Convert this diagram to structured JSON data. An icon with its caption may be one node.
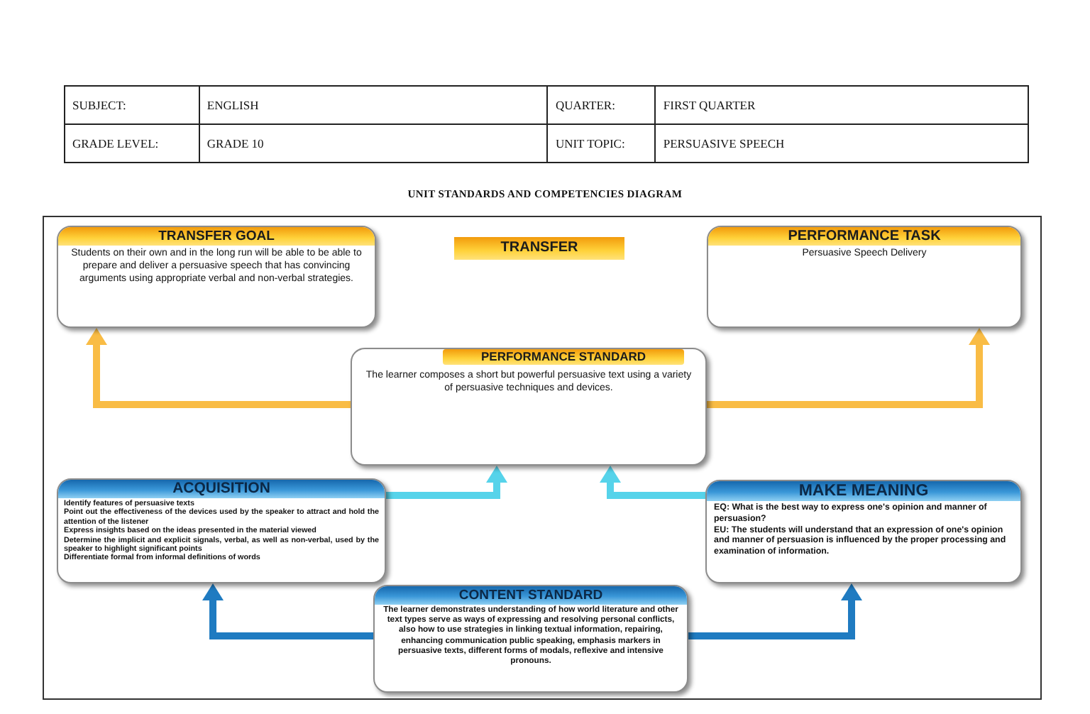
{
  "diagram": {
    "title": "UNIT STANDARDS AND COMPETENCIES DIAGRAM",
    "nodes": [
      {
        "text": [
          "TRANSFER GOAL",
          "Students on their own and in the long run will be able to be able to prepare and deliver a persuasive speech that has convincing arguments using appropriate verbal and non-verbal strategies."
        ]
      },
      {
        "text": [
          "TRANSFER"
        ]
      },
      {
        "text": [
          "PERFORMANCE TASK",
          "Persuasive Speech Delivery"
        ]
      },
      {
        "text": [
          "PERFORMANCE STANDARD",
          "The learner composes a short but powerful persuasive text using a variety of persuasive techniques and devices."
        ]
      },
      {
        "text": [
          "ACQUISITION",
          "Identify features of persuasive texts",
          "Point out the effectiveness of the devices used by the speaker to attract and hold the attention of the listener",
          "Express insights based on the ideas presented in the material viewed",
          "Determine the implicit and explicit signals, verbal, as well as non-verbal, used by the speaker to highlight significant points",
          "Differentiate formal from informal definitions of words"
        ]
      },
      {
        "text": [
          "MAKE MEANING",
          "EQ: What is the best way to express one's opinion and manner of persuasion?",
          "EU: The students will understand that an expression of one's opinion and manner of persuasion is influenced by the proper processing and examination of information."
        ]
      },
      {
        "text": [
          "CONTENT STANDARD",
          "The learner demonstrates understanding of how world literature and other text types serve as ways of expressing and resolving personal conflicts, also how to use strategies in linking textual information, repairing, enhancing communication public speaking, emphasis markers in persuasive texts, different forms of modals, reflexive and intensive pronouns."
        ]
      }
    ],
    "edges": [
      {
        "from": 3,
        "to": 0,
        "arrow": "to",
        "color": "#f9bc45"
      },
      {
        "from": 3,
        "to": 2,
        "arrow": "to",
        "color": "#f9bc45"
      },
      {
        "from": 4,
        "to": 3,
        "arrow": "to",
        "color": "#56d3ea"
      },
      {
        "from": 5,
        "to": 3,
        "arrow": "to",
        "color": "#56d3ea"
      },
      {
        "from": 6,
        "to": 4,
        "arrow": "to",
        "color": "#1f7bc1"
      },
      {
        "from": 6,
        "to": 5,
        "arrow": "to",
        "color": "#1f7bc1"
      }
    ],
    "labels": [
      "SUBJECT:",
      "ENGLISH",
      "QUARTER:",
      "FIRST QUARTER",
      "GRADE LEVEL:",
      "GRADE 10",
      "UNIT TOPIC:",
      "PERSUASIVE SPEECH"
    ]
  }
}
